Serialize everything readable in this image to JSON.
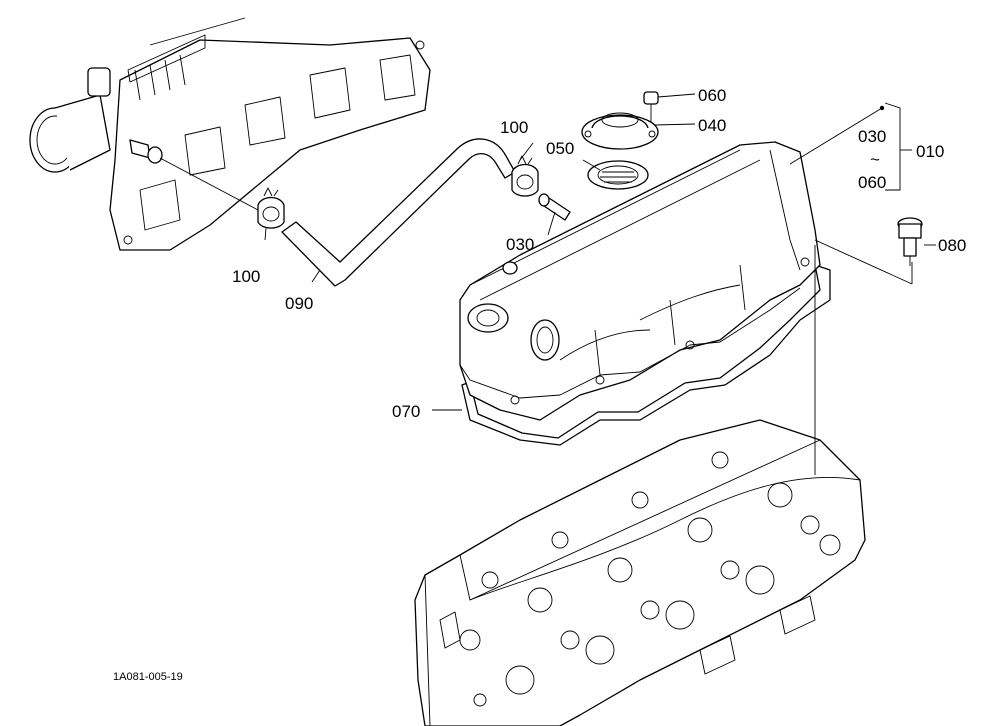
{
  "callouts": {
    "p060": "060",
    "p040": "040",
    "p100_top": "100",
    "p050": "050",
    "p030_hose": "030",
    "p030_range": "030",
    "range_tilde": "~",
    "p060_range": "060",
    "p010": "010",
    "p080": "080",
    "p100_left": "100",
    "p090": "090",
    "p070": "070"
  },
  "figure_code": "1A081-005-19",
  "colors": {
    "line": "#000000",
    "background": "#ffffff"
  }
}
